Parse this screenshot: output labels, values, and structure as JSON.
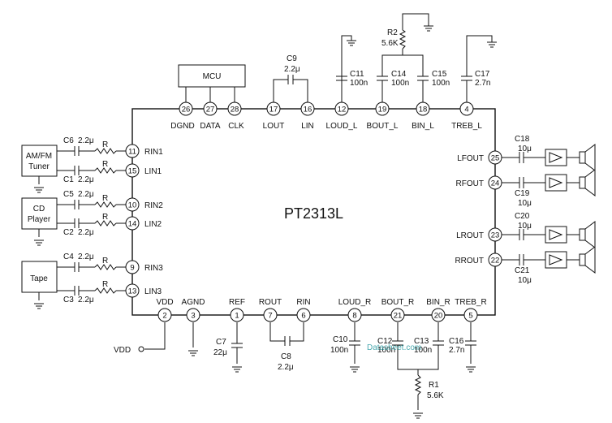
{
  "chip": {
    "name": "PT2313L"
  },
  "mcu": {
    "label": "MCU"
  },
  "watermark": "Datasheet.com",
  "vdd_terminal": "VDD",
  "pins": {
    "top": [
      {
        "num": "26",
        "name": "DGND"
      },
      {
        "num": "27",
        "name": "DATA"
      },
      {
        "num": "28",
        "name": "CLK"
      },
      {
        "num": "17",
        "name": "LOUT"
      },
      {
        "num": "16",
        "name": "LIN"
      },
      {
        "num": "12",
        "name": "LOUD_L"
      },
      {
        "num": "19",
        "name": "BOUT_L"
      },
      {
        "num": "18",
        "name": "BIN_L"
      },
      {
        "num": "4",
        "name": "TREB_L"
      }
    ],
    "left": [
      {
        "num": "11",
        "name": "RIN1"
      },
      {
        "num": "15",
        "name": "LIN1"
      },
      {
        "num": "10",
        "name": "RIN2"
      },
      {
        "num": "14",
        "name": "LIN2"
      },
      {
        "num": "9",
        "name": "RIN3"
      },
      {
        "num": "13",
        "name": "LIN3"
      }
    ],
    "bottom": [
      {
        "num": "2",
        "name": "VDD"
      },
      {
        "num": "3",
        "name": "AGND"
      },
      {
        "num": "1",
        "name": "REF"
      },
      {
        "num": "7",
        "name": "ROUT"
      },
      {
        "num": "6",
        "name": "RIN"
      },
      {
        "num": "8",
        "name": "LOUD_R"
      },
      {
        "num": "21",
        "name": "BOUT_R"
      },
      {
        "num": "20",
        "name": "BIN_R"
      },
      {
        "num": "5",
        "name": "TREB_R"
      }
    ],
    "right": [
      {
        "num": "25",
        "name": "LFOUT"
      },
      {
        "num": "24",
        "name": "RFOUT"
      },
      {
        "num": "23",
        "name": "LROUT"
      },
      {
        "num": "22",
        "name": "RROUT"
      }
    ]
  },
  "sources": [
    {
      "label1": "AM/FM",
      "label2": "Tuner"
    },
    {
      "label1": "CD",
      "label2": "Player"
    },
    {
      "label1": "Tape",
      "label2": ""
    }
  ],
  "input_caps": [
    {
      "name": "C6",
      "value": "2.2μ"
    },
    {
      "name": "C1",
      "value": "2.2μ"
    },
    {
      "name": "C5",
      "value": "2.2μ"
    },
    {
      "name": "C2",
      "value": "2.2μ"
    },
    {
      "name": "C4",
      "value": "2.2μ"
    },
    {
      "name": "C3",
      "value": "2.2μ"
    }
  ],
  "resistor_label": "R",
  "components": {
    "C9": {
      "name": "C9",
      "value": "2.2μ"
    },
    "C11": {
      "name": "C11",
      "value": "100n"
    },
    "C14": {
      "name": "C14",
      "value": "100n"
    },
    "C15": {
      "name": "C15",
      "value": "100n"
    },
    "C17": {
      "name": "C17",
      "value": "2.7n"
    },
    "R2": {
      "name": "R2",
      "value": "5.6K"
    },
    "C7": {
      "name": "C7",
      "value": "22μ"
    },
    "C8": {
      "name": "C8",
      "value": "2.2μ"
    },
    "C10": {
      "name": "C10",
      "value": "100n"
    },
    "C12": {
      "name": "C12",
      "value": "100n"
    },
    "C13": {
      "name": "C13",
      "value": "100n"
    },
    "C16": {
      "name": "C16",
      "value": "2.7n"
    },
    "R1": {
      "name": "R1",
      "value": "5.6K"
    }
  },
  "output_caps": [
    {
      "name": "C18",
      "value": "10μ"
    },
    {
      "name": "C19",
      "value": "10μ"
    },
    {
      "name": "C20",
      "value": "10μ"
    },
    {
      "name": "C21",
      "value": "10μ"
    }
  ]
}
